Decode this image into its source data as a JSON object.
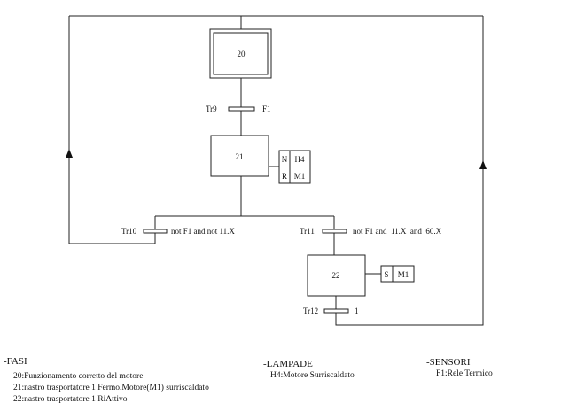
{
  "steps": {
    "s20": "20",
    "s21": "21",
    "s22": "22"
  },
  "transitions": {
    "tr9": {
      "label": "Tr9",
      "condition": "F1"
    },
    "tr10": {
      "label": "Tr10",
      "condition": "not F1 and not 11.X"
    },
    "tr11": {
      "label": "Tr11",
      "condition": "not F1 and  11.X  and  60.X"
    },
    "tr12": {
      "label": "Tr12",
      "condition": "1"
    }
  },
  "actions": {
    "s21": [
      {
        "qualifier": "N",
        "name": "H4"
      },
      {
        "qualifier": "R",
        "name": "M1"
      }
    ],
    "s22": [
      {
        "qualifier": "S",
        "name": "M1"
      }
    ]
  },
  "legend": {
    "fasi": {
      "title": "-FASI",
      "items": [
        "20:Funzionamento corretto del motore",
        "21:nastro trasportatore 1 Fermo.Motore(M1) surriscaldato",
        "22:nastro trasportatore 1 RiAttivo"
      ]
    },
    "lampade": {
      "title": "-LAMPADE",
      "items": [
        "H4:Motore Surriscaldato"
      ]
    },
    "sensori": {
      "title": "-SENSORI",
      "items": [
        "F1:Rele Termico"
      ]
    }
  }
}
